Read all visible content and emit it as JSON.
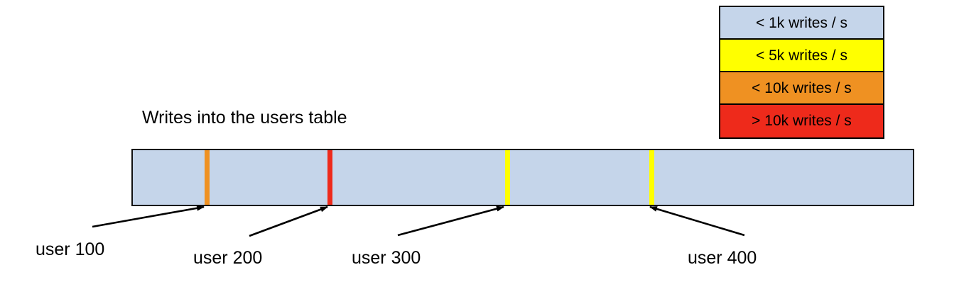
{
  "legend": {
    "name": "writes-per-second-legend",
    "items": [
      {
        "label": "< 1k writes / s",
        "color": "#c5d5ea"
      },
      {
        "label": "< 5k writes / s",
        "color": "#ffff00"
      },
      {
        "label": "< 10k writes / s",
        "color": "#ef9122"
      },
      {
        "label": "> 10k writes / s",
        "color": "#ee2a1b"
      }
    ]
  },
  "chart_data": {
    "type": "bar",
    "title": "Writes into the users table",
    "xlabel": "",
    "ylabel": "",
    "orientation": "horizontal-single-track",
    "track": {
      "fill_color": "#c5d5ea",
      "fill_legend": "< 1k writes / s",
      "border_color": "#111111"
    },
    "categories": [
      "user 100",
      "user 200",
      "user 300",
      "user 400"
    ],
    "markers": [
      {
        "label": "user 100",
        "color": "#ef9122",
        "legend": "< 10k writes / s",
        "position_pct": 9.6
      },
      {
        "label": "user 200",
        "color": "#ee2a1b",
        "legend": "> 10k writes / s",
        "position_pct": 25.2
      },
      {
        "label": "user 300",
        "color": "#ffff00",
        "legend": "< 5k writes / s",
        "position_pct": 47.8
      },
      {
        "label": "user 400",
        "color": "#ffff00",
        "legend": "< 5k writes / s",
        "position_pct": 66.2
      }
    ],
    "legend_position": "top-right",
    "grid": false
  },
  "labels": {
    "user_100": "user 100",
    "user_200": "user 200",
    "user_300": "user 300",
    "user_400": "user 400"
  }
}
